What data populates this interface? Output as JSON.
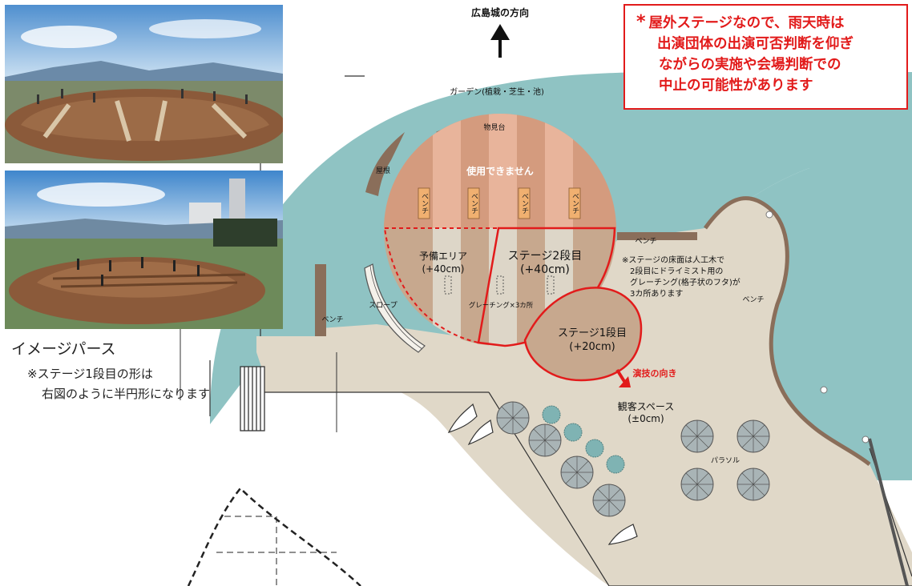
{
  "direction_label": "広島城の方向",
  "notice": {
    "asterisk": "*",
    "lines": [
      "屋外ステージなので、雨天時は",
      "出演団体の出演可否判断を仰ぎ",
      "ながらの実施や会場判断での",
      "中止の可能性があります"
    ]
  },
  "captions": {
    "title": "イメージパース",
    "note_line1": "※ステージ1段目の形は",
    "note_line2": "右図のように半円形になります"
  },
  "labels": {
    "garden": "ガーデン(植栽・芝生・池)",
    "viewing_platform": "物見台",
    "unavailable": "使用できません",
    "roof": "屋根",
    "bench": "ベンチ",
    "reserve_area": "予備エリア",
    "reserve_height": "(+40cm)",
    "stage2": "ステージ2段目",
    "stage2_height": "(+40cm)",
    "grating": "グレーチング×3カ所",
    "slope": "スロープ",
    "stage1": "ステージ1段目",
    "stage1_height": "(+20cm)",
    "performance_direction": "演技の向き",
    "audience": "観客スペース",
    "audience_height": "(±0cm)",
    "parasol": "パラソル",
    "floor_note": [
      "※ステージの床面は人工木で",
      "2段目にドライミスト用の",
      "グレーチング(格子状のフタ)が",
      "3カ所あります"
    ]
  },
  "colors": {
    "garden": "#8fc3c3",
    "deck": "#e0d8c8",
    "stage": "#c7a88e",
    "unusable": "#d49b7e",
    "alert_red": "#e21b1b",
    "parasol": "#a9b4b6",
    "shrub": "#7fb3b3"
  }
}
